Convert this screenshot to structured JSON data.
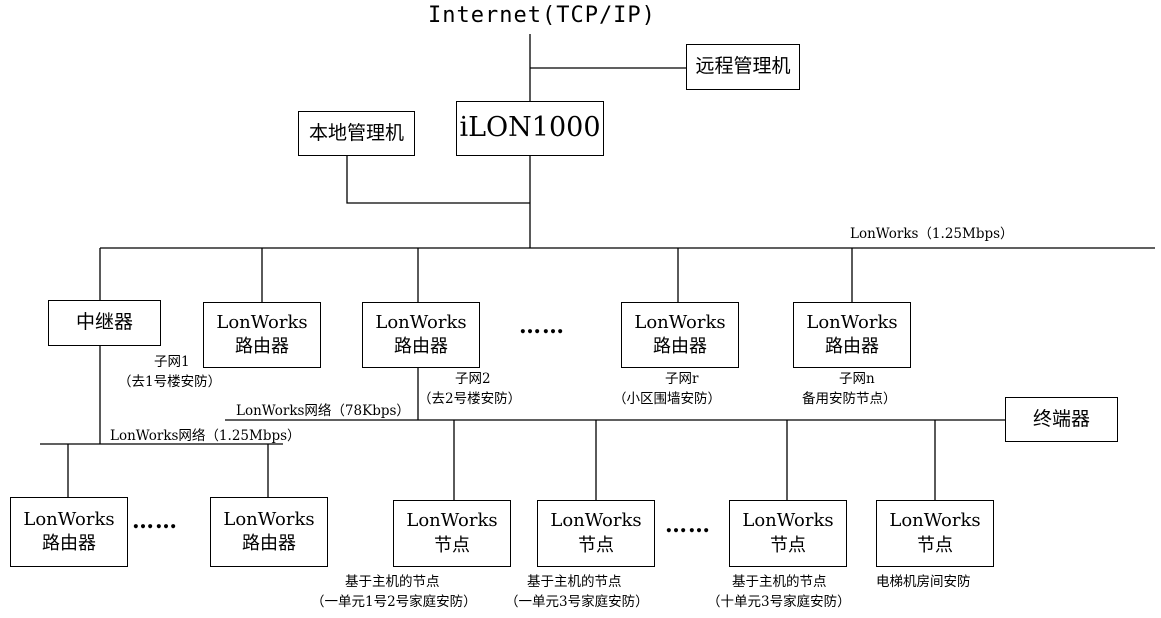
{
  "internet_label": "Internet(TCP/IP)",
  "remote_manager": "远程管理机",
  "local_manager": "本地管理机",
  "ilon": "iLON1000",
  "backbone_label": "LonWorks（1.25Mbps）",
  "repeater": "中继器",
  "router_line1": "LonWorks",
  "router_line2": "路由器",
  "node_line2": "节点",
  "ellipsis": "……",
  "subnet1": {
    "name": "子网1",
    "desc": "（去1号楼安防）"
  },
  "subnet2": {
    "name": "子网2",
    "desc": "（去2号楼安防）"
  },
  "subnetr": {
    "name": "子网r",
    "desc": "（小区围墙安防）"
  },
  "subnetn": {
    "name": "子网n",
    "desc": "备用安防节点）"
  },
  "net78_label": "LonWorks网络（78Kbps）",
  "net125_label": "LonWorks网络（1.25Mbps）",
  "terminal": "终端器",
  "node_labels": {
    "n1_l1": "基于主机的节点",
    "n1_l2": "（一单元1号2号家庭安防）",
    "n2_l1": "基于主机的节点",
    "n2_l2": "（一单元3号家庭安防）",
    "n3_l1": "基于主机的节点",
    "n3_l2": "（十单元3号家庭安防）",
    "n4_l1": "电梯机房间安防"
  }
}
